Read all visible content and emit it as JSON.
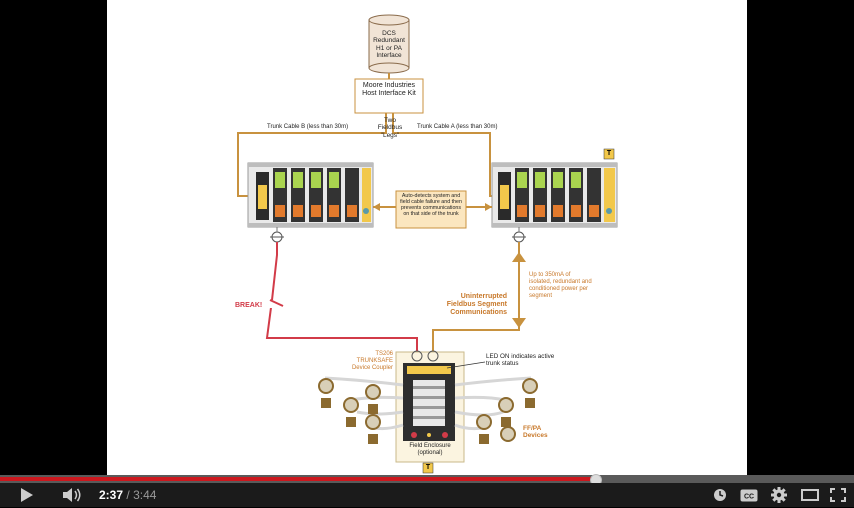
{
  "video": {
    "current_time": "2:37",
    "separator": "/",
    "duration": "3:44",
    "progress": 0.698
  },
  "diagram": {
    "dcs_label": "DCS Redundant H1 or PA Interface",
    "kit_label": "Moore Industries Host Interface Kit",
    "two_legs": "Two Fieldbus \"Legs\"",
    "trunk_b": "Trunk Cable B (less than 30m)",
    "trunk_a": "Trunk Cable A (less than 30m)",
    "auto_detect": "Auto-detects system and field cable failure and then prevents communications on that side of the trunk",
    "t_badge": "T",
    "break": "BREAK!",
    "power": "Up to 350mA of isolated, redundant and conditioned power per segment",
    "uninterrupted": "Uninterrupted Fieldbus Segment Communications",
    "ts206": "TS206 TRUNKSAFE Device Coupler",
    "led": "LED ON indicates active trunk status",
    "enclosure": "Field Enclosure (optional)",
    "devices": "FF/PA Devices"
  },
  "colors": {
    "accent_orange": "#c8923f",
    "break_red": "#d23b48",
    "yellow": "#f2c84b",
    "progress_red": "#cc181e"
  },
  "icons": {
    "play": "play-icon",
    "volume": "volume-icon",
    "watch_later": "clock-icon",
    "captions": "cc-icon",
    "settings": "gear-icon",
    "theater": "theater-mode-icon",
    "fullscreen": "fullscreen-icon"
  }
}
